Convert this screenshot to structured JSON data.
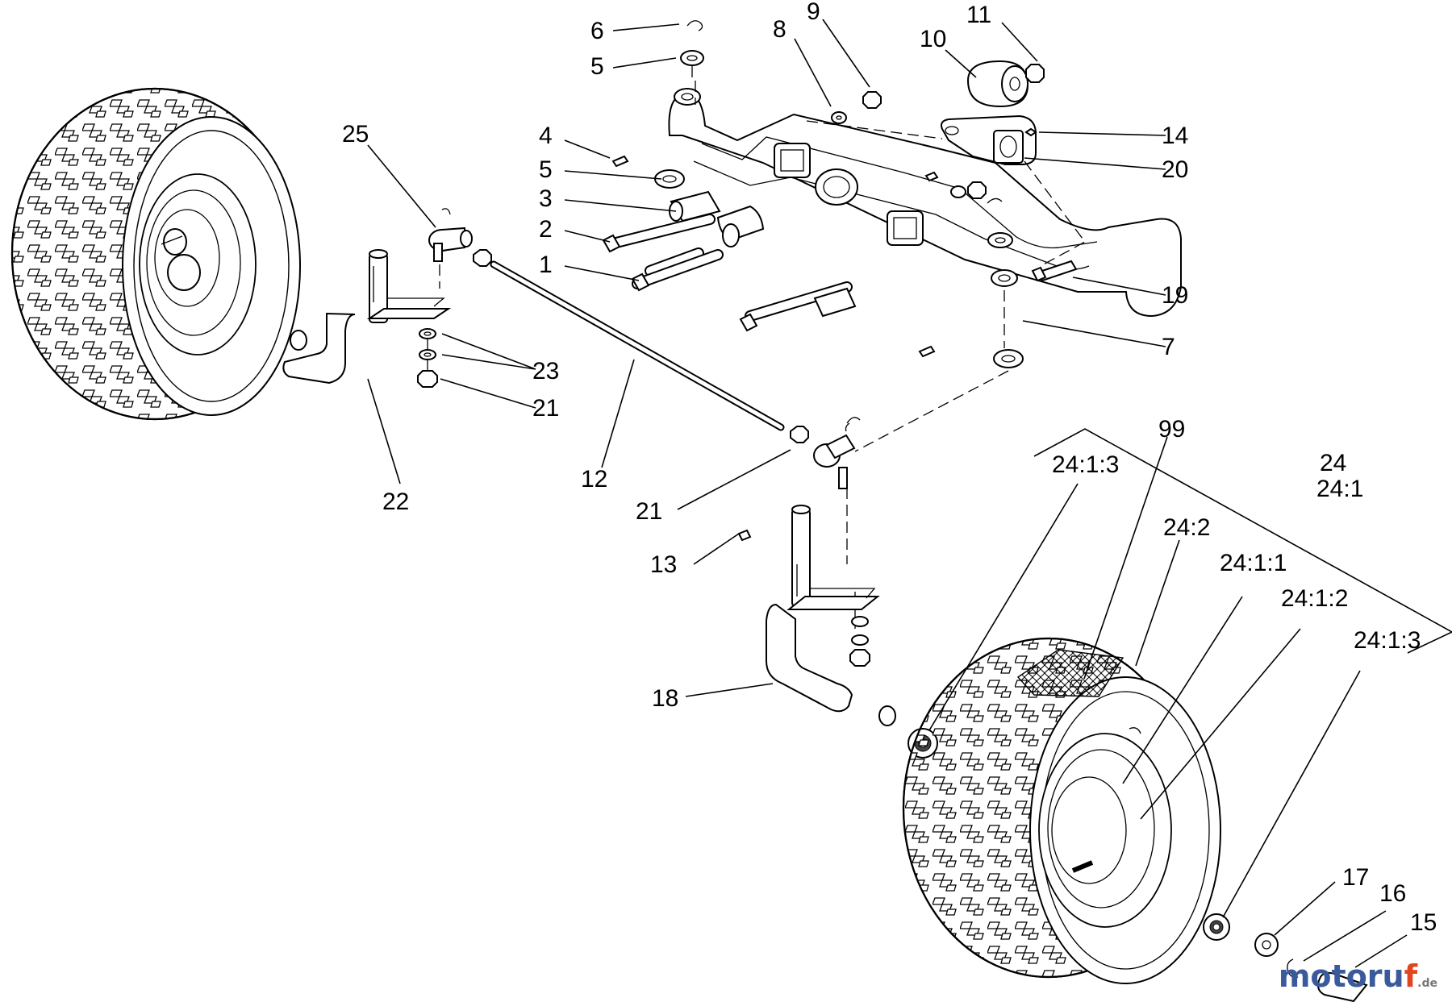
{
  "watermark": {
    "brand_main": "motoru",
    "brand_accent": "f",
    "brand_suffix": ".de"
  },
  "callouts": [
    {
      "id": "c6",
      "label": "6"
    },
    {
      "id": "c5a",
      "label": "5"
    },
    {
      "id": "c8",
      "label": "8"
    },
    {
      "id": "c9",
      "label": "9"
    },
    {
      "id": "c10",
      "label": "10"
    },
    {
      "id": "c11",
      "label": "11"
    },
    {
      "id": "c4",
      "label": "4"
    },
    {
      "id": "c5b",
      "label": "5"
    },
    {
      "id": "c3",
      "label": "3"
    },
    {
      "id": "c2",
      "label": "2"
    },
    {
      "id": "c1",
      "label": "1"
    },
    {
      "id": "c14",
      "label": "14"
    },
    {
      "id": "c20",
      "label": "20"
    },
    {
      "id": "c19",
      "label": "19"
    },
    {
      "id": "c7",
      "label": "7"
    },
    {
      "id": "c25",
      "label": "25"
    },
    {
      "id": "c23",
      "label": "23"
    },
    {
      "id": "c21a",
      "label": "21"
    },
    {
      "id": "c22",
      "label": "22"
    },
    {
      "id": "c12",
      "label": "12"
    },
    {
      "id": "c21b",
      "label": "21"
    },
    {
      "id": "c13",
      "label": "13"
    },
    {
      "id": "c18",
      "label": "18"
    },
    {
      "id": "c99",
      "label": "99"
    },
    {
      "id": "c2413a",
      "label": "24:1:3"
    },
    {
      "id": "c24",
      "label": "24"
    },
    {
      "id": "c241",
      "label": "24:1"
    },
    {
      "id": "c242",
      "label": "24:2"
    },
    {
      "id": "c2411",
      "label": "24:1:1"
    },
    {
      "id": "c2412",
      "label": "24:1:2"
    },
    {
      "id": "c2413b",
      "label": "24:1:3"
    },
    {
      "id": "c17",
      "label": "17"
    },
    {
      "id": "c16",
      "label": "16"
    },
    {
      "id": "c15",
      "label": "15"
    }
  ]
}
